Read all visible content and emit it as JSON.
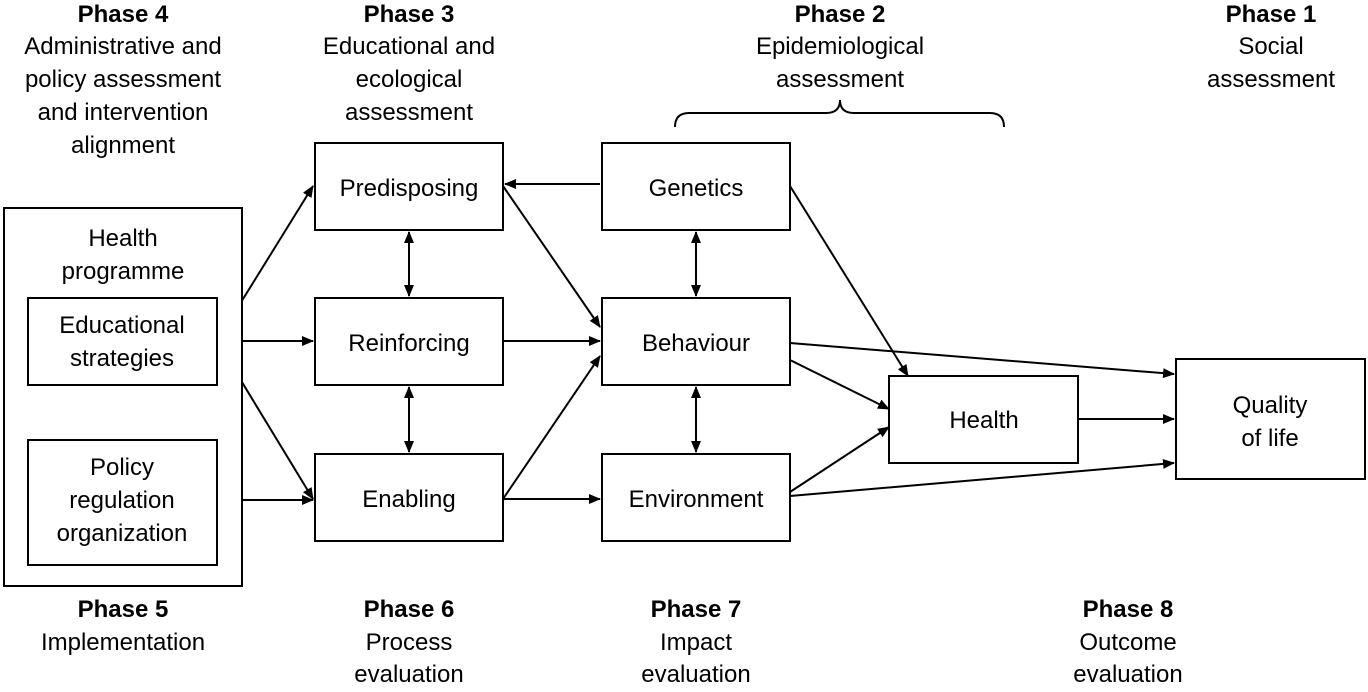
{
  "phases": {
    "p4": {
      "title": "Phase 4",
      "lines": [
        "Administrative and",
        "policy assessment",
        "and intervention",
        "alignment"
      ]
    },
    "p3": {
      "title": "Phase 3",
      "lines": [
        "Educational and",
        "ecological",
        "assessment"
      ]
    },
    "p2": {
      "title": "Phase 2",
      "lines": [
        "Epidemiological",
        "assessment"
      ]
    },
    "p1": {
      "title": "Phase 1",
      "lines": [
        "Social",
        "assessment"
      ]
    },
    "p5": {
      "title": "Phase 5",
      "lines": [
        "Implementation"
      ]
    },
    "p6": {
      "title": "Phase 6",
      "lines": [
        "Process",
        "evaluation"
      ]
    },
    "p7": {
      "title": "Phase 7",
      "lines": [
        "Impact",
        "evaluation"
      ]
    },
    "p8": {
      "title": "Phase 8",
      "lines": [
        "Outcome",
        "evaluation"
      ]
    }
  },
  "nodes": {
    "health_programme": {
      "lines": [
        "Health",
        "programme"
      ]
    },
    "educational_strategies": {
      "lines": [
        "Educational",
        "strategies"
      ]
    },
    "policy": {
      "lines": [
        "Policy",
        "regulation",
        "organization"
      ]
    },
    "predisposing": {
      "lines": [
        "Predisposing"
      ]
    },
    "reinforcing": {
      "lines": [
        "Reinforcing"
      ]
    },
    "enabling": {
      "lines": [
        "Enabling"
      ]
    },
    "genetics": {
      "lines": [
        "Genetics"
      ]
    },
    "behaviour": {
      "lines": [
        "Behaviour"
      ]
    },
    "environment": {
      "lines": [
        "Environment"
      ]
    },
    "health": {
      "lines": [
        "Health"
      ]
    },
    "quality_of_life": {
      "lines": [
        "Quality",
        "of life"
      ]
    }
  },
  "edges": [
    {
      "from": "educational_strategies",
      "to": "predisposing",
      "kind": "arrow"
    },
    {
      "from": "educational_strategies",
      "to": "reinforcing",
      "kind": "arrow"
    },
    {
      "from": "educational_strategies",
      "to": "enabling",
      "kind": "arrow"
    },
    {
      "from": "policy",
      "to": "enabling",
      "kind": "arrow"
    },
    {
      "from": "educational_strategies",
      "to": "policy",
      "kind": "double-arrow"
    },
    {
      "from": "predisposing",
      "to": "reinforcing",
      "kind": "double-arrow"
    },
    {
      "from": "reinforcing",
      "to": "enabling",
      "kind": "double-arrow"
    },
    {
      "from": "genetics",
      "to": "predisposing",
      "kind": "arrow"
    },
    {
      "from": "predisposing",
      "to": "behaviour",
      "kind": "arrow"
    },
    {
      "from": "reinforcing",
      "to": "behaviour",
      "kind": "arrow"
    },
    {
      "from": "enabling",
      "to": "behaviour",
      "kind": "arrow"
    },
    {
      "from": "enabling",
      "to": "environment",
      "kind": "arrow"
    },
    {
      "from": "genetics",
      "to": "behaviour",
      "kind": "double-arrow"
    },
    {
      "from": "behaviour",
      "to": "environment",
      "kind": "double-arrow"
    },
    {
      "from": "genetics",
      "to": "health",
      "kind": "arrow"
    },
    {
      "from": "behaviour",
      "to": "health",
      "kind": "arrow"
    },
    {
      "from": "environment",
      "to": "health",
      "kind": "arrow"
    },
    {
      "from": "behaviour",
      "to": "quality_of_life",
      "kind": "arrow"
    },
    {
      "from": "environment",
      "to": "quality_of_life",
      "kind": "arrow"
    },
    {
      "from": "health",
      "to": "quality_of_life",
      "kind": "arrow"
    }
  ]
}
